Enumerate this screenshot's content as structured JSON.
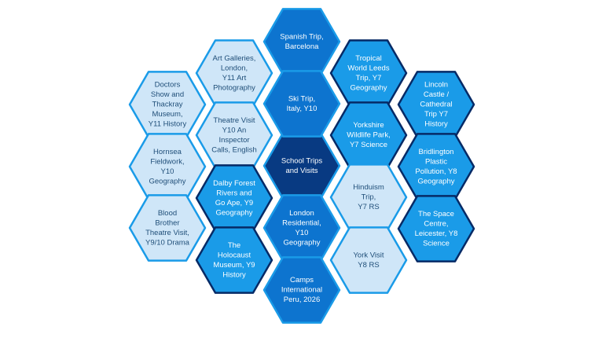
{
  "colors": {
    "pale": "#cfe6f8",
    "light": "#1a9be8",
    "mid": "#0d74cf",
    "deep": "#083a82",
    "outline_light": "#1a9be8",
    "outline_deep": "#062a66",
    "text_dark": "#1f4e78",
    "text_light": "#ffffff"
  },
  "hexes": [
    {
      "id": "center",
      "lines": [
        "School Trips",
        "and Visits"
      ],
      "style": "deep"
    },
    {
      "id": "spanish",
      "lines": [
        "Spanish Trip,",
        "Barcelona"
      ],
      "style": "mid"
    },
    {
      "id": "ski",
      "lines": [
        "Ski Trip,",
        "Italy, Y10"
      ],
      "style": "mid"
    },
    {
      "id": "art",
      "lines": [
        "Art Galleries,",
        "London,",
        "Y11 Art",
        "Photography"
      ],
      "style": "pale"
    },
    {
      "id": "theatre",
      "lines": [
        "Theatre Visit",
        "Y10 An",
        "Inspector",
        "Calls, English"
      ],
      "style": "pale"
    },
    {
      "id": "doctors",
      "lines": [
        "Doctors",
        "Show and",
        "Thackray",
        "Museum,",
        "Y11 History"
      ],
      "style": "pale"
    },
    {
      "id": "hornsea",
      "lines": [
        "Hornsea",
        "Fieldwork,",
        "Y10",
        "Geography"
      ],
      "style": "pale"
    },
    {
      "id": "blood",
      "lines": [
        "Blood",
        "Brother",
        "Theatre Visit,",
        "Y9/10 Drama"
      ],
      "style": "pale"
    },
    {
      "id": "dalby",
      "lines": [
        "Dalby Forest",
        "Rivers and",
        "Go Ape, Y9",
        "Geography"
      ],
      "style": "light"
    },
    {
      "id": "holocaust",
      "lines": [
        "The",
        "Holocaust",
        "Museum, Y9",
        "History"
      ],
      "style": "light"
    },
    {
      "id": "london",
      "lines": [
        "London",
        "Residential,",
        "Y10",
        "Geography"
      ],
      "style": "mid"
    },
    {
      "id": "camps",
      "lines": [
        "Camps",
        "International",
        "Peru, 2026"
      ],
      "style": "mid"
    },
    {
      "id": "tropical",
      "lines": [
        "Tropical",
        "World Leeds",
        "Trip, Y7",
        "Geography"
      ],
      "style": "light"
    },
    {
      "id": "yorkshire",
      "lines": [
        "Yorkshire",
        "Wildlife Park,",
        "Y7 Science"
      ],
      "style": "light"
    },
    {
      "id": "hinduism",
      "lines": [
        "Hinduism",
        "Trip,",
        "Y7 RS"
      ],
      "style": "pale"
    },
    {
      "id": "york",
      "lines": [
        "York Visit",
        "Y8 RS"
      ],
      "style": "pale"
    },
    {
      "id": "lincoln",
      "lines": [
        "Lincoln",
        "Castle /",
        "Cathedral",
        "Trip Y7",
        "History"
      ],
      "style": "light"
    },
    {
      "id": "bridlington",
      "lines": [
        "Bridlington",
        "Plastic",
        "Pollution, Y8",
        "Geography"
      ],
      "style": "light"
    },
    {
      "id": "space",
      "lines": [
        "The Space",
        "Centre,",
        "Leicester, Y8",
        "Science"
      ],
      "style": "light"
    }
  ]
}
